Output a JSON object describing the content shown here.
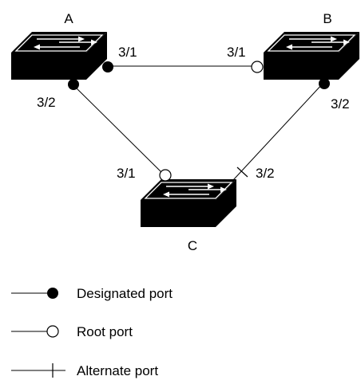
{
  "switches": [
    {
      "id": "A",
      "label": "A"
    },
    {
      "id": "B",
      "label": "B"
    },
    {
      "id": "C",
      "label": "C"
    }
  ],
  "ports": {
    "a_3_1": {
      "label": "3/1",
      "role": "designated"
    },
    "a_3_2": {
      "label": "3/2",
      "role": "designated"
    },
    "b_3_1": {
      "label": "3/1",
      "role": "root"
    },
    "b_3_2": {
      "label": "3/2",
      "role": "designated"
    },
    "c_3_1": {
      "label": "3/1",
      "role": "root"
    },
    "c_3_2": {
      "label": "3/2",
      "role": "alternate"
    }
  },
  "links": [
    {
      "from": "A",
      "to": "B"
    },
    {
      "from": "A",
      "to": "C"
    },
    {
      "from": "B",
      "to": "C"
    }
  ],
  "legend": {
    "designated": "Designated port",
    "root": "Root port",
    "alternate": "Alternate port"
  },
  "colors": {
    "ink": "#000000",
    "background": "#ffffff",
    "switch_icon": "#ffffff"
  }
}
